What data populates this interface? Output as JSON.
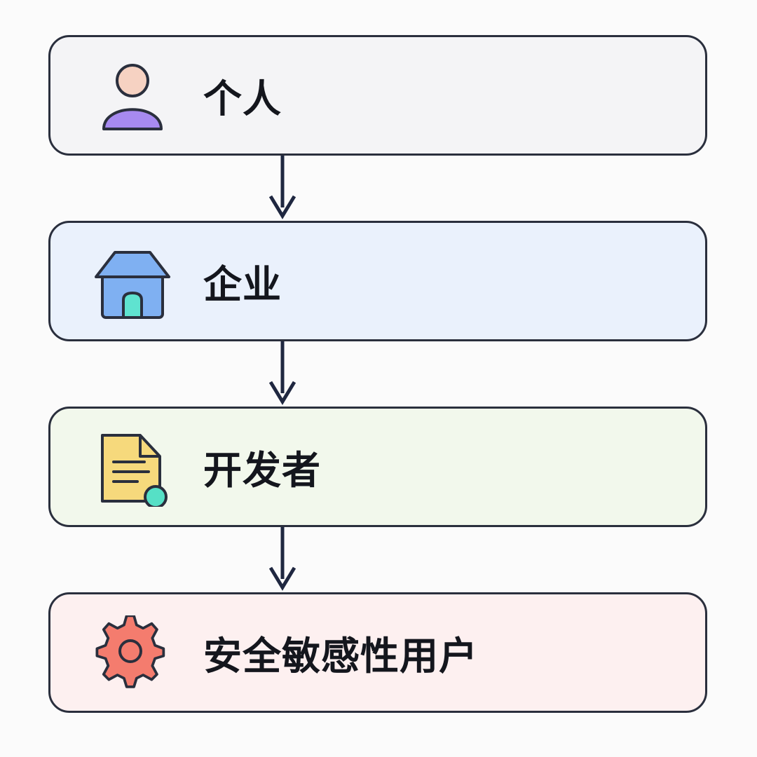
{
  "flow": {
    "steps": [
      {
        "label": "个人",
        "icon": "person-icon",
        "bg": "#f4f4f6"
      },
      {
        "label": "企业",
        "icon": "house-icon",
        "bg": "#eaf1fc"
      },
      {
        "label": "开发者",
        "icon": "document-icon",
        "bg": "#f2f8ec"
      },
      {
        "label": "安全敏感性用户",
        "icon": "gear-icon",
        "bg": "#fdf0f0"
      }
    ]
  },
  "colors": {
    "outline": "#2a2f3d",
    "arrow": "#1f2740",
    "person_head": "#f6d2c2",
    "person_body": "#a78af0",
    "house_body": "#7fb0f2",
    "house_door": "#5fe3d0",
    "doc_body": "#f6d97c",
    "doc_badge": "#56e0c6",
    "gear": "#f47c6e"
  }
}
